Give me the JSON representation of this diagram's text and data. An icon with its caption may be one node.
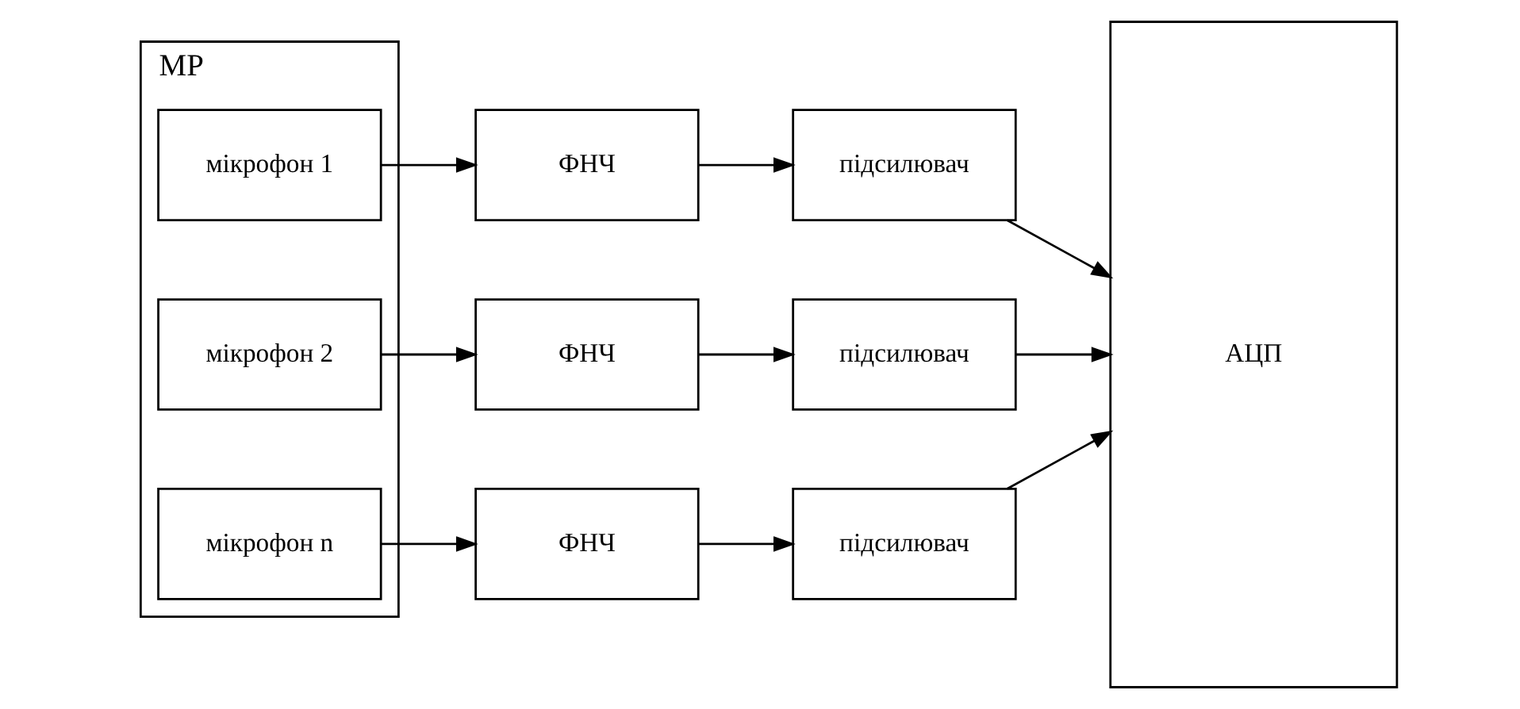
{
  "diagram": {
    "nodes": [
      {
        "text": [
          "МР"
        ]
      },
      {
        "text": [
          "мікрофон 1"
        ],
        "in": 0
      },
      {
        "text": [
          "ФНЧ"
        ]
      },
      {
        "text": [
          "підсилювач"
        ]
      },
      {
        "text": [
          "мікрофон 2"
        ],
        "in": 0
      },
      {
        "text": [
          "ФНЧ"
        ]
      },
      {
        "text": [
          "підсилювач"
        ]
      },
      {
        "text": [
          "мікрофон n"
        ],
        "in": 0
      },
      {
        "text": [
          "ФНЧ"
        ]
      },
      {
        "text": [
          "підсилювач"
        ]
      },
      {
        "text": [
          "АЦП"
        ]
      }
    ],
    "edges": [
      {
        "from": 1,
        "to": 2,
        "arrow": "to"
      },
      {
        "from": 2,
        "to": 3,
        "arrow": "to"
      },
      {
        "from": 3,
        "to": 10,
        "arrow": "to"
      },
      {
        "from": 4,
        "to": 5,
        "arrow": "to"
      },
      {
        "from": 5,
        "to": 6,
        "arrow": "to"
      },
      {
        "from": 6,
        "to": 10,
        "arrow": "to"
      },
      {
        "from": 7,
        "to": 8,
        "arrow": "to"
      },
      {
        "from": 8,
        "to": 9,
        "arrow": "to"
      },
      {
        "from": 9,
        "to": 10,
        "arrow": "to"
      }
    ]
  }
}
